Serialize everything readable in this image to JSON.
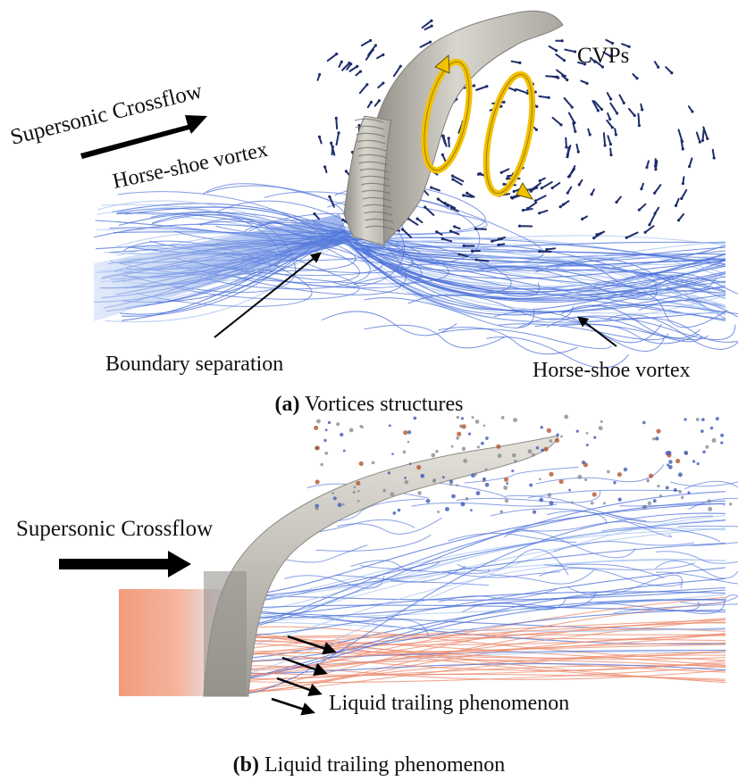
{
  "panel_a": {
    "labels": {
      "crossflow": "Supersonic Crossflow",
      "horseshoe_left": "Horse-shoe vortex",
      "cvps": "CVPs",
      "boundary_separation": "Boundary separation",
      "horseshoe_right": "Horse-shoe vortex"
    },
    "caption_tag": "(a)",
    "caption_text": " Vortices structures"
  },
  "panel_b": {
    "labels": {
      "crossflow": "Supersonic Crossflow",
      "liquid_trailing": "Liquid trailing phenomenon"
    },
    "caption_tag": "(b)",
    "caption_text": " Liquid trailing phenomenon"
  },
  "colors": {
    "streamline_blue": "#4a6fd8",
    "streamline_light_blue": "#a9c4f2",
    "streamline_orange": "#ec8b6e",
    "vector_navy": "#1f2d6b",
    "jet_surface": "#c9c7bd",
    "cvp_arrow": "#f2c200"
  }
}
